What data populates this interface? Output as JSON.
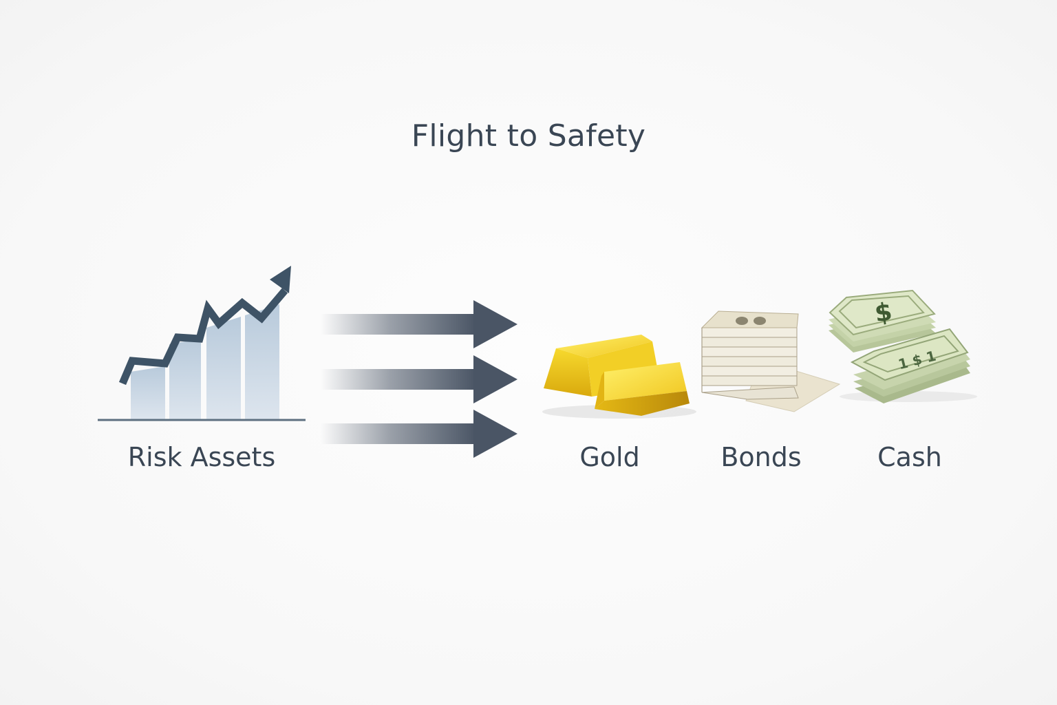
{
  "diagram": {
    "title": "Flight to Safety",
    "source": {
      "label": "Risk Assets",
      "icon": "rising-bar-chart-icon"
    },
    "flow": {
      "arrow_count": 3,
      "arrow_color": "#4a5565",
      "icon": "right-arrow-icon"
    },
    "destinations": [
      {
        "label": "Gold",
        "icon": "gold-bars-icon",
        "color": "#e8c21c"
      },
      {
        "label": "Bonds",
        "icon": "bond-papers-icon",
        "color": "#e6e1cf"
      },
      {
        "label": "Cash",
        "icon": "cash-stack-icon",
        "color": "#c9d7b0"
      }
    ],
    "colors": {
      "text": "#3a4654",
      "chart_line": "#3e5366",
      "bar_fill": "#bccddd"
    }
  }
}
